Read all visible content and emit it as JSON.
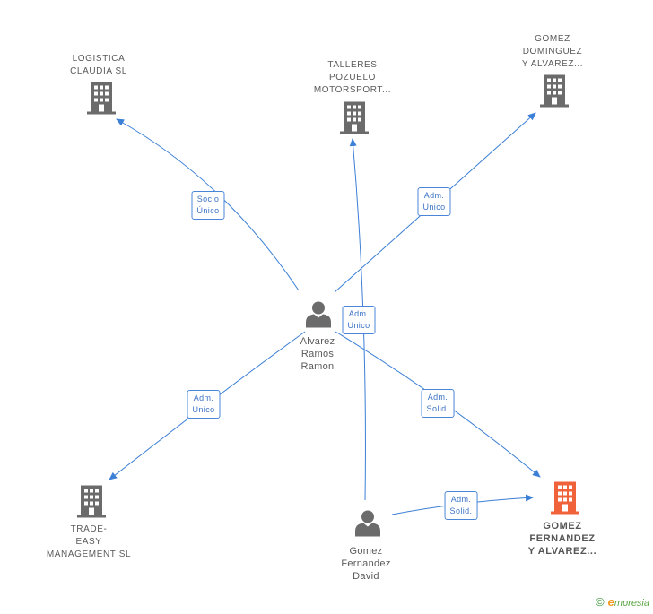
{
  "colors": {
    "edge": "#3b7fd6",
    "company_icon": "#6b6b6b",
    "company_highlight_icon": "#f0633a",
    "person_icon": "#6b6b6b"
  },
  "nodes": {
    "logistica": {
      "label": "LOGISTICA\nCLAUDIA SL",
      "icon": "building-icon"
    },
    "talleres": {
      "label": "TALLERES\nPOZUELO\nMOTORSPORT...",
      "icon": "building-icon"
    },
    "gomez_dominguez": {
      "label": "GOMEZ\nDOMINGUEZ\nY ALVAREZ...",
      "icon": "building-icon"
    },
    "alvarez": {
      "label": "Alvarez\nRamos\nRamon",
      "icon": "person-icon"
    },
    "trade_easy": {
      "label": "TRADE-\nEASY\nMANAGEMENT SL",
      "icon": "building-icon"
    },
    "gomez_david": {
      "label": "Gomez\nFernandez\nDavid",
      "icon": "person-icon"
    },
    "gomez_fernandez": {
      "label": "GOMEZ\nFERNANDEZ\nY ALVAREZ...",
      "icon": "building-icon"
    }
  },
  "edges": {
    "alvarez_logistica": "Socio\nÚnico",
    "alvarez_gomez_dominguez": "Adm.\nUnico",
    "david_talleres": "Adm.\nUnico",
    "alvarez_trade_easy": "Adm.\nUnico",
    "alvarez_gomez_fernandez": "Adm.\nSolid.",
    "david_gomez_fernandez": "Adm.\nSolid."
  },
  "footer": {
    "copyright": "©",
    "brand_first": "e",
    "brand_rest": "mpresia"
  }
}
